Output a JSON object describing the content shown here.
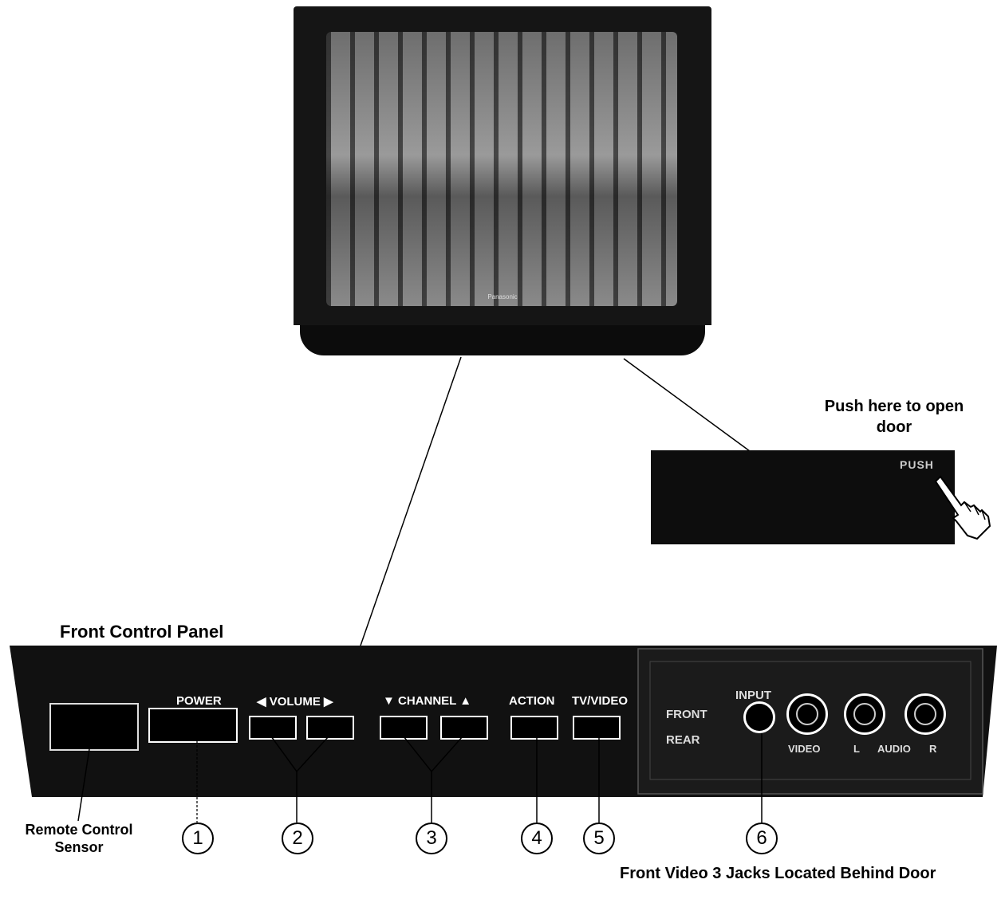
{
  "tv": {
    "brand": "Panasonic"
  },
  "door": {
    "caption": "Push here to open door",
    "push_label": "PUSH"
  },
  "panel": {
    "title": "Front Control Panel",
    "buttons": {
      "power": "POWER",
      "volume": "VOLUME",
      "channel": "CHANNEL",
      "action": "ACTION",
      "tv_video": "TV/VIDEO"
    },
    "jacks": {
      "front": "FRONT",
      "rear": "REAR",
      "input": "INPUT",
      "video": "VIDEO",
      "audio": "AUDIO",
      "left_mark": "L",
      "right_mark": "R"
    }
  },
  "callouts": [
    "1",
    "2",
    "3",
    "4",
    "5",
    "6"
  ],
  "captions": {
    "sensor": "Remote Control Sensor",
    "jacks": "Front Video 3 Jacks Located Behind Door"
  }
}
